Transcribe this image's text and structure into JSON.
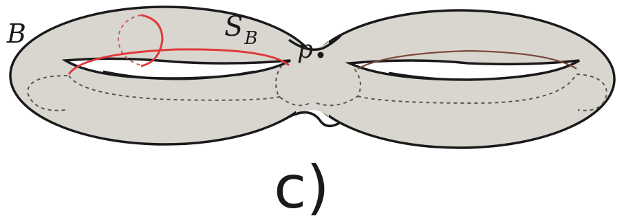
{
  "labels": {
    "B": "B",
    "S": "S",
    "S_sub": "B",
    "p": "p",
    "panel": "c)"
  },
  "colors": {
    "surface_fill": "#d9d6d0",
    "outline": "#1a1a1a",
    "hidden_line": "#555555",
    "highlight_curve": "#e0383a",
    "background": "#ffffff"
  }
}
